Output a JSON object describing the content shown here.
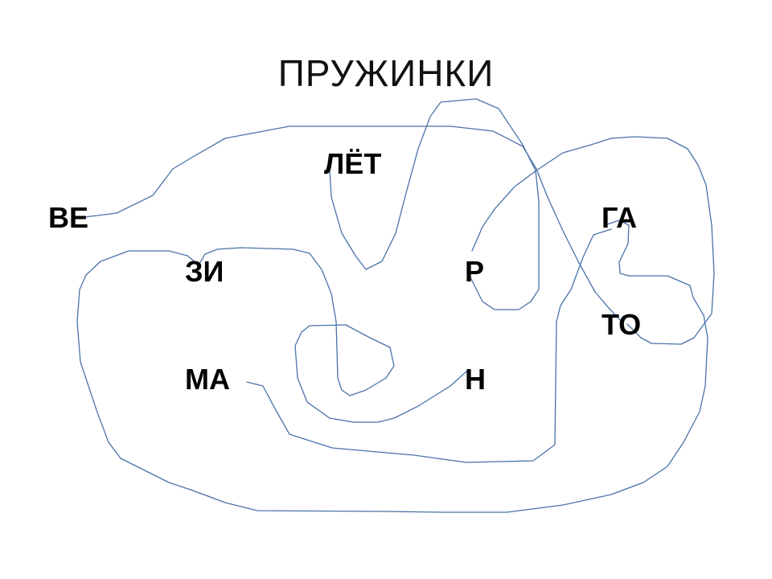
{
  "title": "ПРУЖИНКИ",
  "syllables": {
    "ve": "ВЕ",
    "lyot": "ЛЁТ",
    "ga": "ГА",
    "zi": "ЗИ",
    "r": "Р",
    "to": "ТО",
    "ma": "МА",
    "n": "Н"
  },
  "line_color": "#4a72a8"
}
